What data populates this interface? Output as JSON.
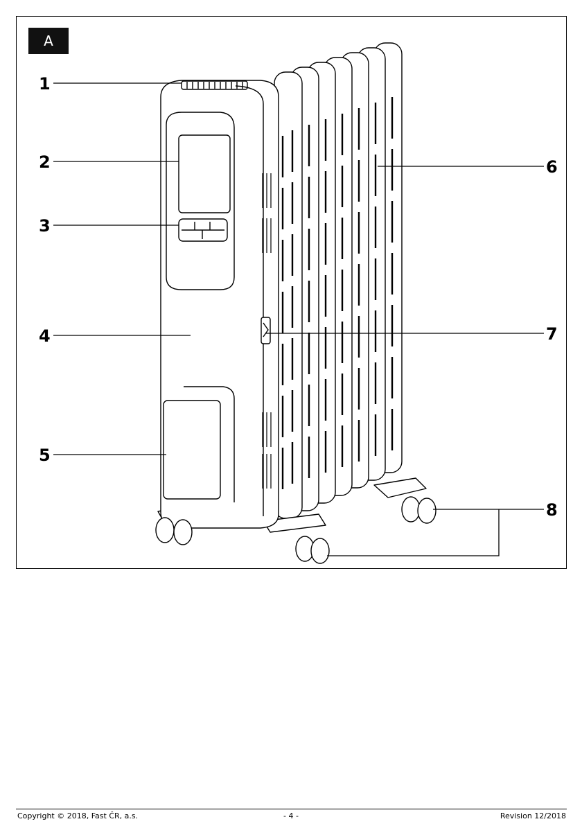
{
  "figure": {
    "tag": "A",
    "callouts": [
      {
        "number": "1",
        "part": ""
      },
      {
        "number": "2",
        "part": ""
      },
      {
        "number": "3",
        "part": ""
      },
      {
        "number": "4",
        "part": ""
      },
      {
        "number": "5",
        "part": ""
      },
      {
        "number": "6",
        "part": ""
      },
      {
        "number": "7",
        "part": ""
      },
      {
        "number": "8",
        "part": ""
      }
    ]
  },
  "footer": {
    "copyright": "Copyright © 2018, Fast ČR, a.s.",
    "page": "- 4 -",
    "revision": "Revision 12/2018"
  }
}
